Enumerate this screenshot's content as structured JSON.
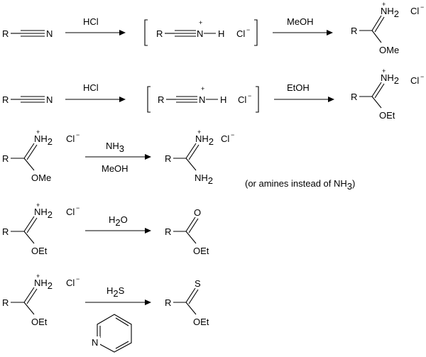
{
  "atoms": {
    "R": "R",
    "N": "N",
    "H": "H",
    "O": "O",
    "S": "S",
    "NH": "NH",
    "sub2": "2",
    "OMe": "OMe",
    "OEt": "OEt",
    "Cl": "Cl",
    "plus": "+",
    "minus": "−"
  },
  "reagents": {
    "hcl": "HCl",
    "meoh": "MeOH",
    "etoh": "EtOH",
    "nh": "NH",
    "nh_sub": "3",
    "h": "H",
    "o": "O",
    "h2o_sub": "2",
    "s": "S",
    "h2s_sub": "2"
  },
  "note": {
    "prefix": "(or amines instead of NH",
    "sub": "3",
    "suffix": ")"
  }
}
